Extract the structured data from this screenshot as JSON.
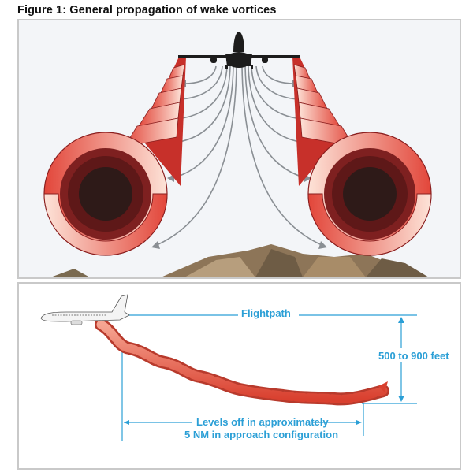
{
  "figure": {
    "title": "Figure 1: General propagation of wake vortices"
  },
  "top_panel": {
    "description": "Front view of aircraft with two counter-rotating wake vortices descending toward terrain",
    "colors": {
      "vortex": "#e04a3a",
      "vortex_light": "#fbd9cc",
      "vortex_dark": "#7a1e1e",
      "core": "#2e1a18",
      "airflow_arrows": "#8a8f94",
      "terrain": "#9c8363",
      "aircraft": "#1c1c1c",
      "background": "#f3f5f8"
    }
  },
  "bottom_panel": {
    "labels": {
      "flightpath": "Flightpath",
      "descent": "500 to 900 feet",
      "levels_line1": "Levels off in approximately",
      "levels_line2": "5 NM in approach configuration"
    },
    "colors": {
      "annotation": "#2b9fd6",
      "vortex": "#e05a48"
    }
  }
}
